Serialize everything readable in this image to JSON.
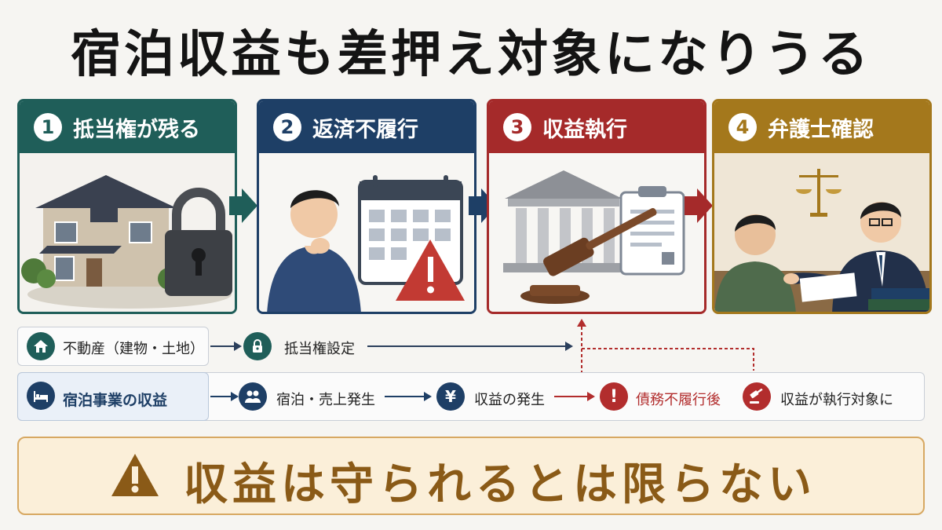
{
  "title": "宿泊収益も差押え対象になりうる",
  "steps": [
    {
      "num": "1",
      "label": "抵当権が残る",
      "color": "#1f5e59"
    },
    {
      "num": "2",
      "label": "返済不履行",
      "color": "#1e3f66"
    },
    {
      "num": "3",
      "label": "収益執行",
      "color": "#a52a2a"
    },
    {
      "num": "4",
      "label": "弁護士確認",
      "color": "#a4781c"
    }
  ],
  "flow": {
    "row1": {
      "start": "不動産（建物・土地）",
      "mid": "抵当権設定"
    },
    "row2": {
      "start": "宿泊事業の収益",
      "step1": "宿泊・売上発生",
      "step2": "収益の発生",
      "step3": "債務不履行後",
      "step4": "収益が執行対象に",
      "yen": "¥"
    }
  },
  "warning": "収益は守られるとは限らない",
  "colors": {
    "teal": "#1f5e59",
    "navy": "#1e3f66",
    "red": "#a52a2a",
    "gold": "#a4781c"
  }
}
